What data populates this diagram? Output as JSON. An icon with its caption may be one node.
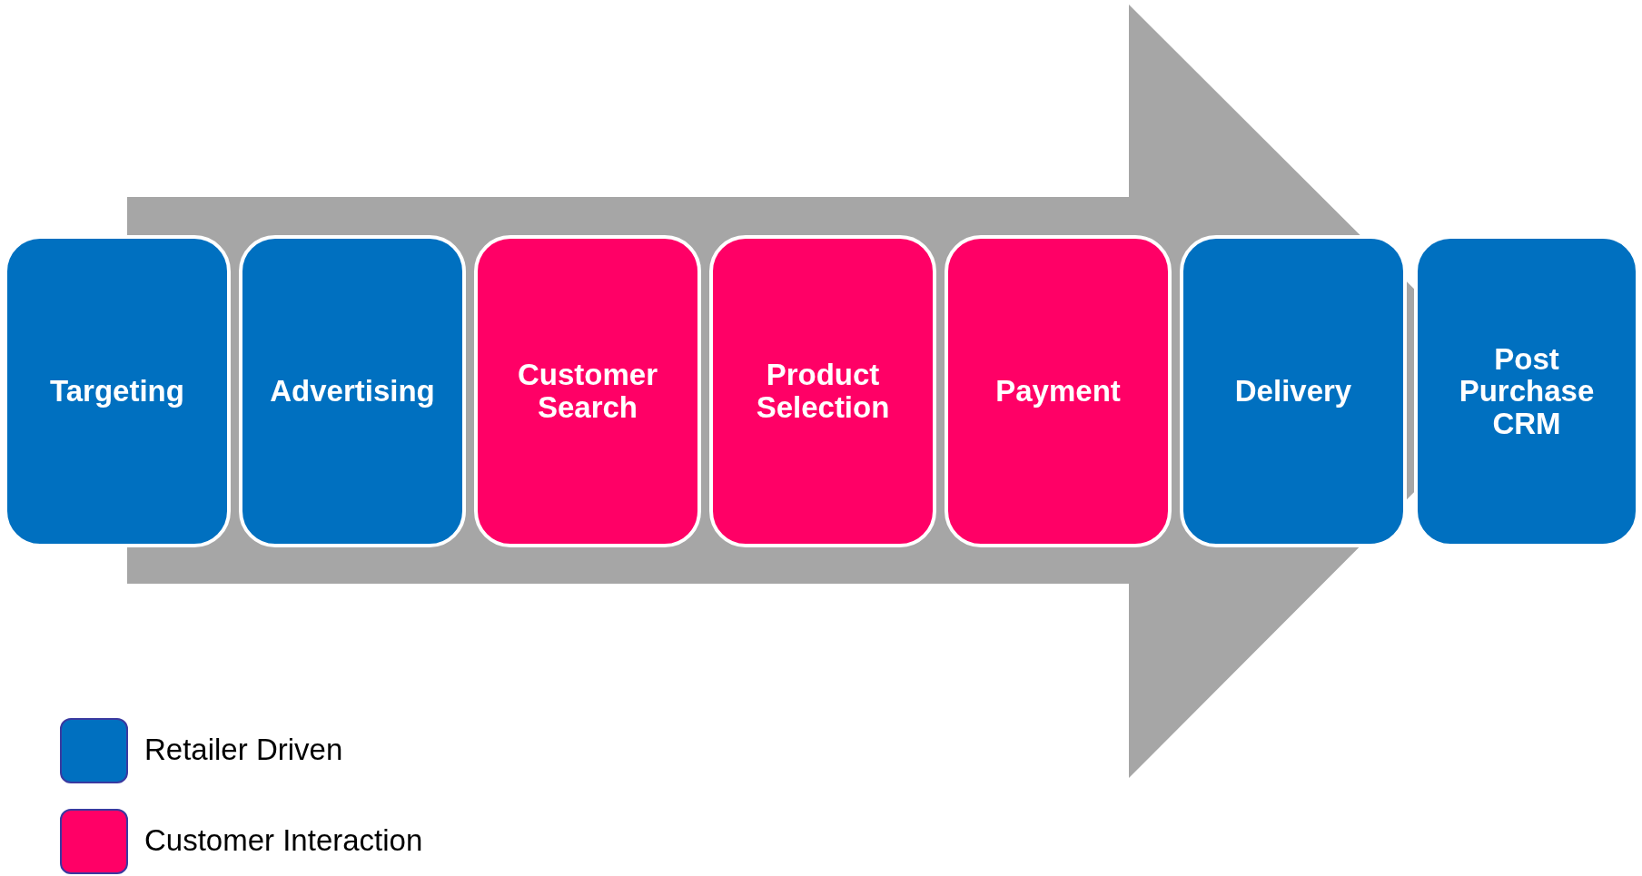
{
  "diagram": {
    "nodes": [
      {
        "text": [
          "Targeting"
        ]
      },
      {
        "text": [
          "Advertising"
        ]
      },
      {
        "text": [
          "Customer Search"
        ]
      },
      {
        "text": [
          "Product Selection"
        ]
      },
      {
        "text": [
          "Payment"
        ]
      },
      {
        "text": [
          "Delivery"
        ]
      },
      {
        "text": [
          "Post Purchase CRM"
        ]
      }
    ],
    "edges": [
      {
        "from": 0,
        "to": 6,
        "arrow": "to"
      }
    ],
    "legend": [
      {
        "text": "Retailer Driven",
        "color": "#0070c0"
      },
      {
        "text": "Customer Interaction",
        "color": "#ff0066"
      }
    ]
  }
}
